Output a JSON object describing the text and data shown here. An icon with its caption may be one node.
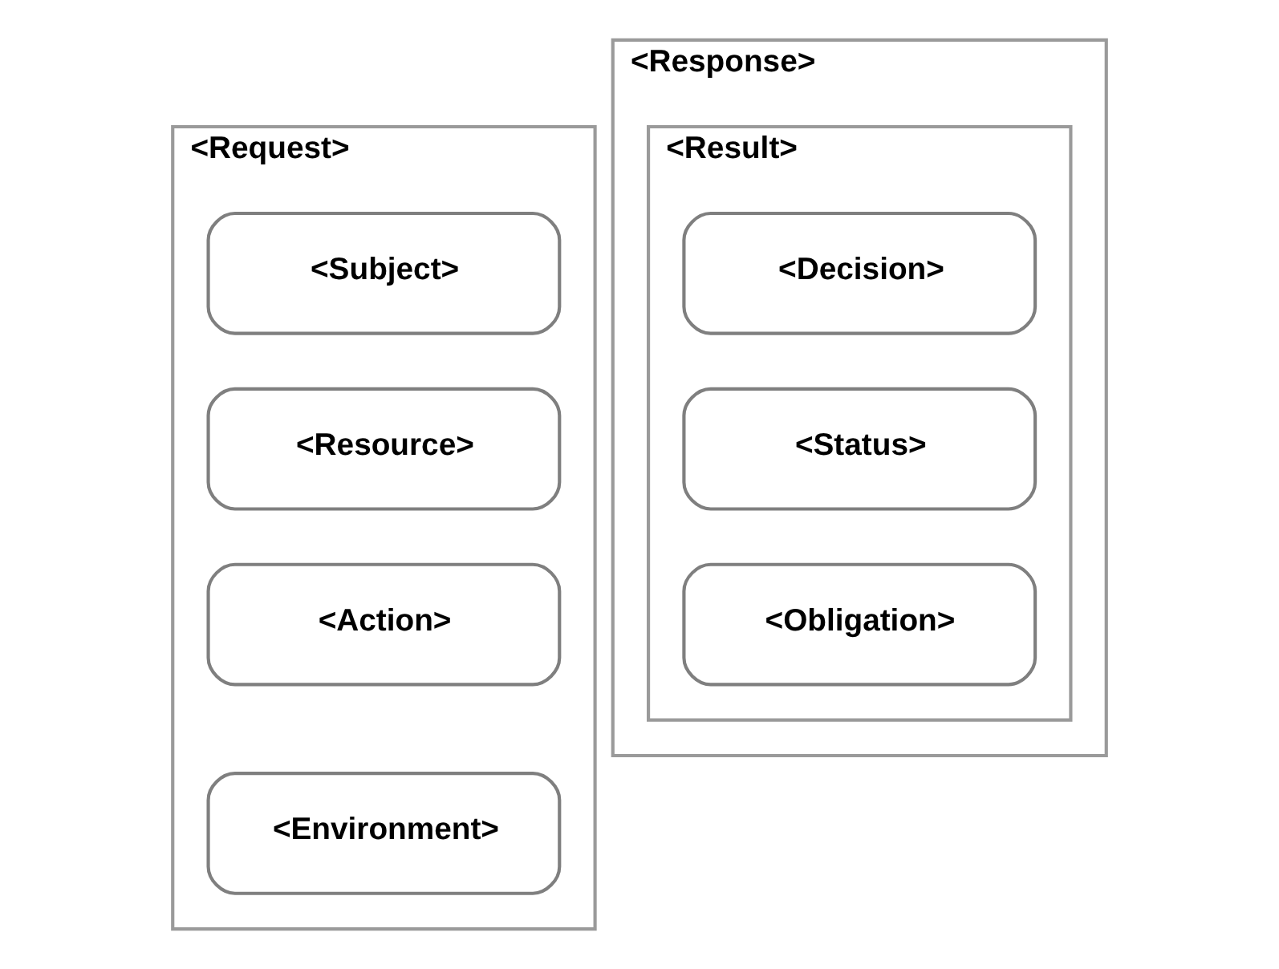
{
  "diagram": {
    "nodes": [
      {
        "text": [
          "<Request>"
        ]
      },
      {
        "text": [
          "<Subject>"
        ],
        "in": 0
      },
      {
        "text": [
          "<Resource>"
        ],
        "in": 0
      },
      {
        "text": [
          "<Action>"
        ],
        "in": 0
      },
      {
        "text": [
          "<Environment>"
        ],
        "in": 0
      },
      {
        "text": [
          "<Response>"
        ]
      },
      {
        "text": [
          "<Result>"
        ],
        "in": 5
      },
      {
        "text": [
          "<Decision>"
        ],
        "in": 6
      },
      {
        "text": [
          "<Status>"
        ],
        "in": 6
      },
      {
        "text": [
          "<Obligation>"
        ],
        "in": 6
      }
    ],
    "edges": []
  }
}
